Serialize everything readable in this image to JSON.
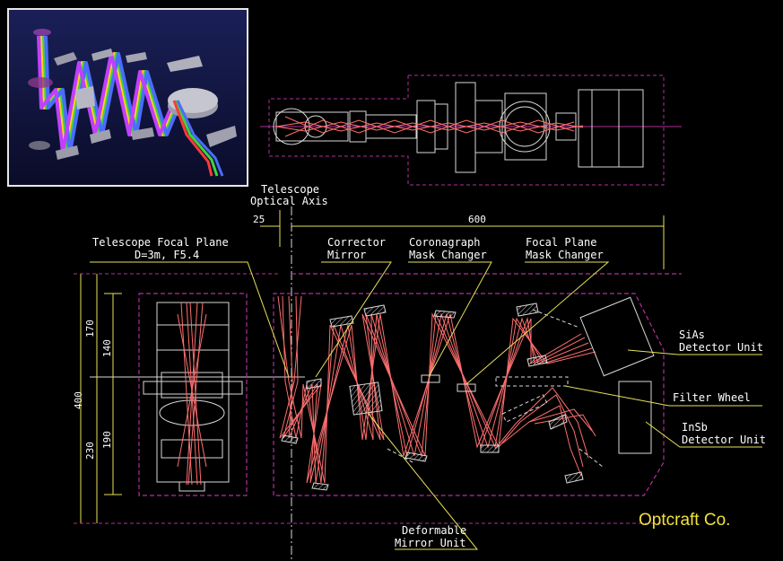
{
  "inset": {
    "description_hidden": ""
  },
  "axis_label": {
    "line1": "Telescope",
    "line2": "Optical Axis"
  },
  "dims": {
    "d25": "25",
    "d600": "600",
    "d400": "400",
    "d170": "170",
    "d140": "140",
    "d230": "230",
    "d190": "190"
  },
  "labels": {
    "focal_plane_1": "Telescope Focal Plane",
    "focal_plane_2": "D=3m, F5.4",
    "corrector_1": "Corrector",
    "corrector_2": "Mirror",
    "coronagraph_1": "Coronagraph",
    "coronagraph_2": "Mask Changer",
    "fp_mask_1": "Focal Plane",
    "fp_mask_2": "Mask Changer",
    "sias_1": "SiAs",
    "sias_2": "Detector Unit",
    "filter_wheel": "Filter Wheel",
    "insb_1": "InSb",
    "insb_2": "Detector Unit",
    "deformable_1": "Deformable",
    "deformable_2": "Mirror Unit"
  },
  "brand": "Optcraft Co.",
  "colors": {
    "beam": "#ff6f6f",
    "enclosure": "#b0309a",
    "leader": "#e6e25a",
    "drawing": "#d8d8d8"
  }
}
